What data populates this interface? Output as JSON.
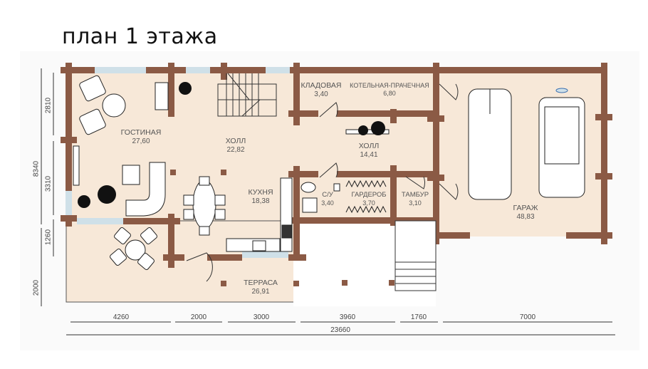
{
  "title": "план 1 этажа",
  "colors": {
    "wall": "#8b5a45",
    "floor": "#f7e8d8",
    "window": "#cfe0e8",
    "line": "#333333",
    "text": "#555555"
  },
  "rooms": [
    {
      "name": "ГОСТИНАЯ",
      "area": "27,60"
    },
    {
      "name": "ХОЛЛ",
      "area": "22,82"
    },
    {
      "name": "КЛАДОВАЯ",
      "area": "3,40"
    },
    {
      "name": "КОТЕЛЬНАЯ-ПРАЧЕЧНАЯ",
      "area": "6,80"
    },
    {
      "name": "ХОЛЛ",
      "area": "14,41"
    },
    {
      "name": "КУХНЯ",
      "area": "18,38"
    },
    {
      "name": "С/У",
      "area": "3,40"
    },
    {
      "name": "ГАРДЕРОБ",
      "area": "3,70"
    },
    {
      "name": "ТАМБУР",
      "area": "3,10"
    },
    {
      "name": "ГАРАЖ",
      "area": "48,83"
    },
    {
      "name": "ТЕРРАСА",
      "area": "26,91"
    }
  ],
  "dimensions": {
    "horizontal": [
      "4260",
      "2000",
      "3000",
      "3960",
      "1760",
      "7000"
    ],
    "total_horizontal": "23660",
    "vertical_inner": [
      "2810",
      "3310",
      "1260"
    ],
    "vertical_outer": [
      "8340",
      "2000"
    ]
  }
}
